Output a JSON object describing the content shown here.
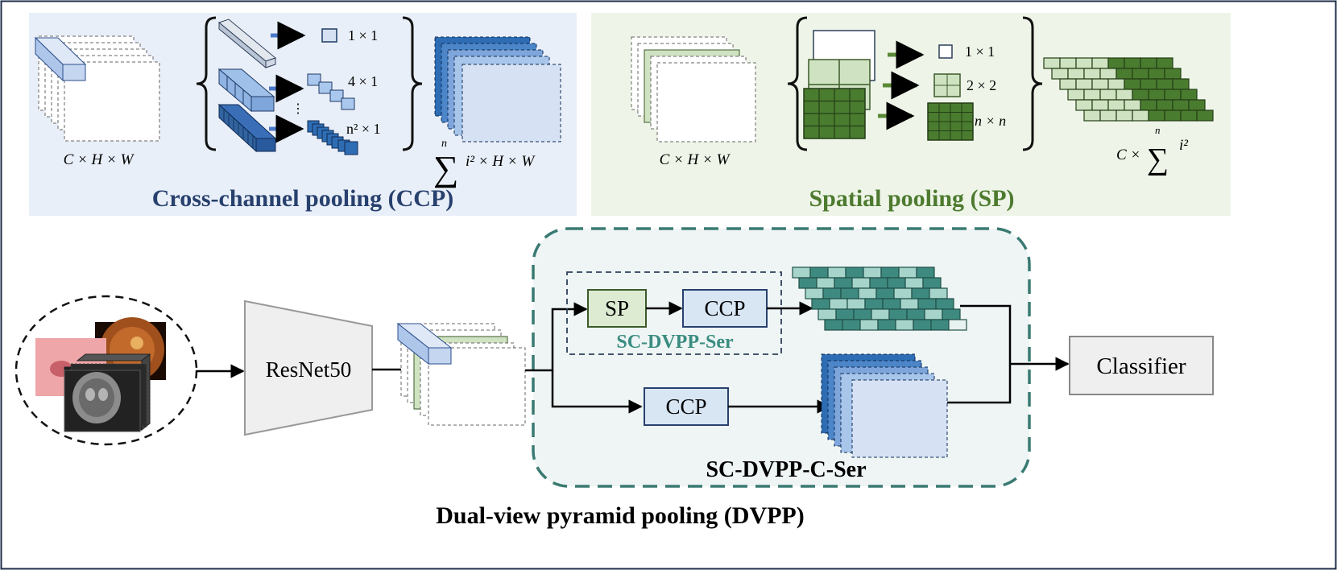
{
  "ccp_panel": {
    "title": "Cross-channel pooling (CCP)",
    "input_dims": "C × H × W",
    "pool_1": "1 × 1",
    "pool_2": "4 × 1",
    "pool_n": "n² × 1",
    "dots": "⋮",
    "sum_symbol": "∑",
    "sum_upper": "n",
    "output_dims": "i² × H × W"
  },
  "sp_panel": {
    "title": "Spatial pooling (SP)",
    "input_dims": "C × H × W",
    "pool_1": "1 × 1",
    "pool_2": "2 × 2",
    "pool_n": "n × n",
    "output_prefix": "C ×",
    "sum_symbol": "∑",
    "sum_upper": "n",
    "output_suffix": "i²"
  },
  "pipeline": {
    "backbone": "ResNet50",
    "ser_sp": "SP",
    "ser_ccp": "CCP",
    "ser_label": "SC-DVPP-Ser",
    "cser_ccp": "CCP",
    "cser_label": "SC-DVPP-C-Ser",
    "classifier": "Classifier"
  },
  "caption": "Dual-view pyramid pooling (DVPP)",
  "colors": {
    "ccp_panel_bg": "#e9eff8",
    "sp_panel_bg": "#eef5e8",
    "ccp_title": "#27406e",
    "sp_title": "#4d7a2f",
    "ccp_blue": "#2e6db4",
    "ccp_light": "#c4d8ee",
    "sp_green_dark": "#4a7c2f",
    "sp_green_light": "#cfe3c2",
    "teal_dark": "#3f8a80",
    "teal_light": "#a6d4cb",
    "dashed_teal": "#3a7a72",
    "ser_label": "#3a8c80",
    "arrow_blue": "#4a78c8",
    "arrow_green": "#5a8a38"
  }
}
